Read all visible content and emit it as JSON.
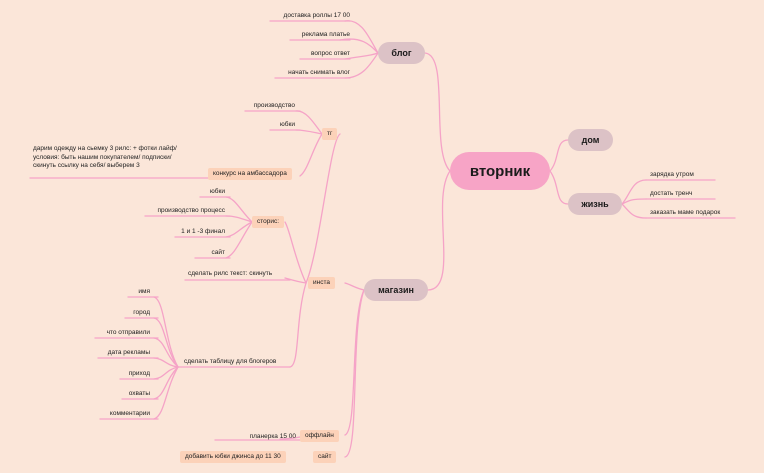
{
  "central": "вторник",
  "blog": {
    "label": "блог",
    "items": [
      "доставка роллы 17 00",
      "реклама платье",
      "вопрос ответ",
      "начать снимать влог"
    ]
  },
  "dom": {
    "label": "дом"
  },
  "zhizn": {
    "label": "жизнь",
    "items": [
      "зарядка утром",
      "достать тренч",
      "заказать маме подарок"
    ]
  },
  "magazin": {
    "label": "магазин",
    "insta": {
      "label": "инста",
      "tg": {
        "label": "тг",
        "items": [
          "производство",
          "юбки"
        ],
        "contest": {
          "label": "конкурс на амбассадора",
          "desc": "дарим одежду на сьемку 3 рилс: + фотки лайф/ условия: быть нашим покупателем/ подписки/ скинуть ссылку на себя/ выберем 3"
        }
      },
      "stories": {
        "label": "сторис:",
        "items": [
          "юбки",
          "производство процесс",
          "1 и 1 -3 финал",
          "сайт"
        ]
      },
      "reels": "сделать рилс текст: скинуть",
      "table": {
        "label": "сделать таблицу для блогеров",
        "items": [
          "имя",
          "город",
          "что отправили",
          "дата рекламы",
          "приход",
          "охваты",
          "комментарии"
        ]
      }
    },
    "offline": {
      "label": "оффлайн",
      "item": "планерка 15 00"
    },
    "site": {
      "label": "сайт",
      "item": "добавить юбки джинса до 11 30"
    }
  },
  "colors": {
    "background": "#fbe6d9",
    "central": "#f7a4c6",
    "branch": "#dcc2c6",
    "tag": "#fcd2b9",
    "line": "#f5a3c7"
  }
}
